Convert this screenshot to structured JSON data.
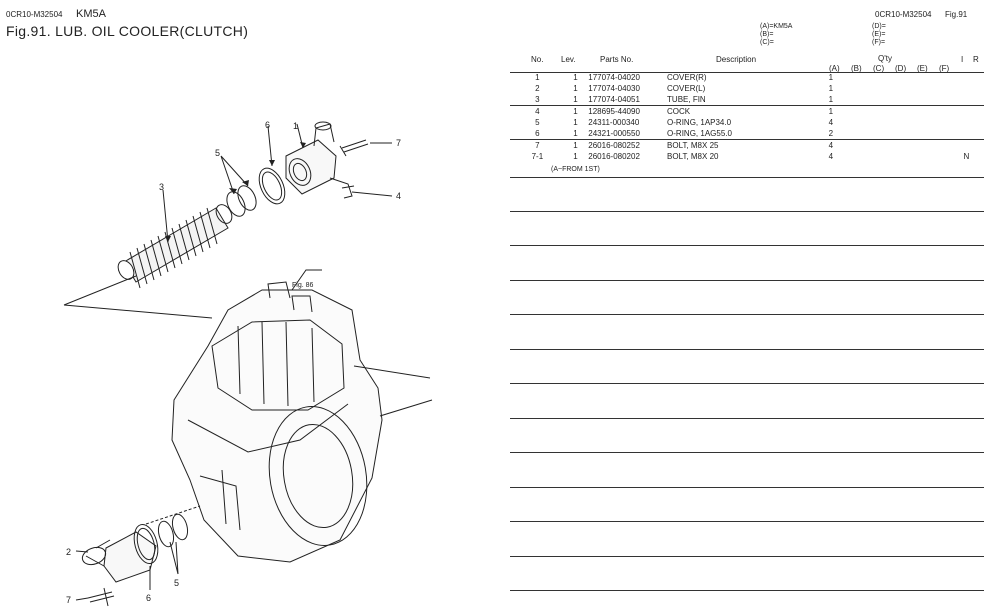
{
  "header": {
    "doc_code_left": "0CR10-M32504",
    "model": "KM5A",
    "fig_title": "Fig.91.  LUB. OIL COOLER(CLUTCH)",
    "doc_code_right": "0CR10-M32504",
    "fig_right": "Fig.91"
  },
  "models": {
    "a": "(A)=KM5A",
    "b": "(B)=",
    "c": "(C)=",
    "d": "(D)=",
    "e": "(E)=",
    "f": "(F)="
  },
  "columns": {
    "no": "No.",
    "lev": "Lev.",
    "parts_no": "Parts No.",
    "description": "Description",
    "qty": "Q'ty",
    "qa": "(A)",
    "qb": "(B)",
    "qc": "(C)",
    "qd": "(D)",
    "qe": "(E)",
    "qf": "(F)",
    "i": "I",
    "r": "R"
  },
  "rows": [
    {
      "no": "1",
      "lev": "1",
      "parts_no": "177074-04020",
      "desc": "COVER(R)",
      "qty": "1",
      "note": ""
    },
    {
      "no": "2",
      "lev": "1",
      "parts_no": "177074-04030",
      "desc": "COVER(L)",
      "qty": "1",
      "note": ""
    },
    {
      "no": "3",
      "lev": "1",
      "parts_no": "177074-04051",
      "desc": "TUBE, FIN",
      "qty": "1",
      "note": ""
    },
    {
      "no": "4",
      "lev": "1",
      "parts_no": "128695-44090",
      "desc": "COCK",
      "qty": "1",
      "note": ""
    },
    {
      "no": "5",
      "lev": "1",
      "parts_no": "24311-000340",
      "desc": "O-RING, 1AP34.0",
      "qty": "4",
      "note": ""
    },
    {
      "no": "6",
      "lev": "1",
      "parts_no": "24321-000550",
      "desc": "O-RING, 1AG55.0",
      "qty": "2",
      "note": ""
    },
    {
      "no": "7",
      "lev": "1",
      "parts_no": "26016-080252",
      "desc": "BOLT, M8X 25",
      "qty": "4",
      "note": ""
    },
    {
      "no": "7-1",
      "lev": "1",
      "parts_no": "26016-080202",
      "desc": "BOLT, M8X 20",
      "qty": "4",
      "note": "N"
    }
  ],
  "row_note": "(A~FROM 1ST)",
  "callouts": {
    "c1": "1",
    "c2": "2",
    "c3": "3",
    "c4": "4",
    "c5a": "5",
    "c5b": "5",
    "c6a": "6",
    "c6b": "6",
    "c7a": "7",
    "c7b": "7",
    "fig_ref": "Fig. 86"
  }
}
